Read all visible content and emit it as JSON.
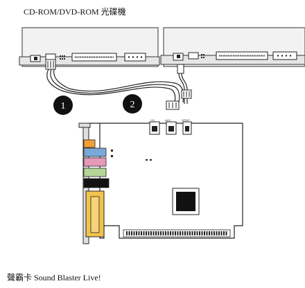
{
  "title": "CD-ROM/DVD-ROM 光碟機",
  "caption": "聲霸卡 Sound Blaster Live!",
  "callouts": [
    "1",
    "2"
  ],
  "colors": {
    "drive_face": "#eaeaea",
    "drive_outline": "#333333",
    "card_pcb": "#ffffff",
    "bracket": "#d8d8d8",
    "jack_orange": "#f2a033",
    "jack_blue": "#7aa8d8",
    "jack_pink": "#e59ab8",
    "jack_green": "#b6d596",
    "jack_black": "#111111",
    "gameport": "#f2c34c",
    "chip": "#111111",
    "badge": "#111111"
  }
}
